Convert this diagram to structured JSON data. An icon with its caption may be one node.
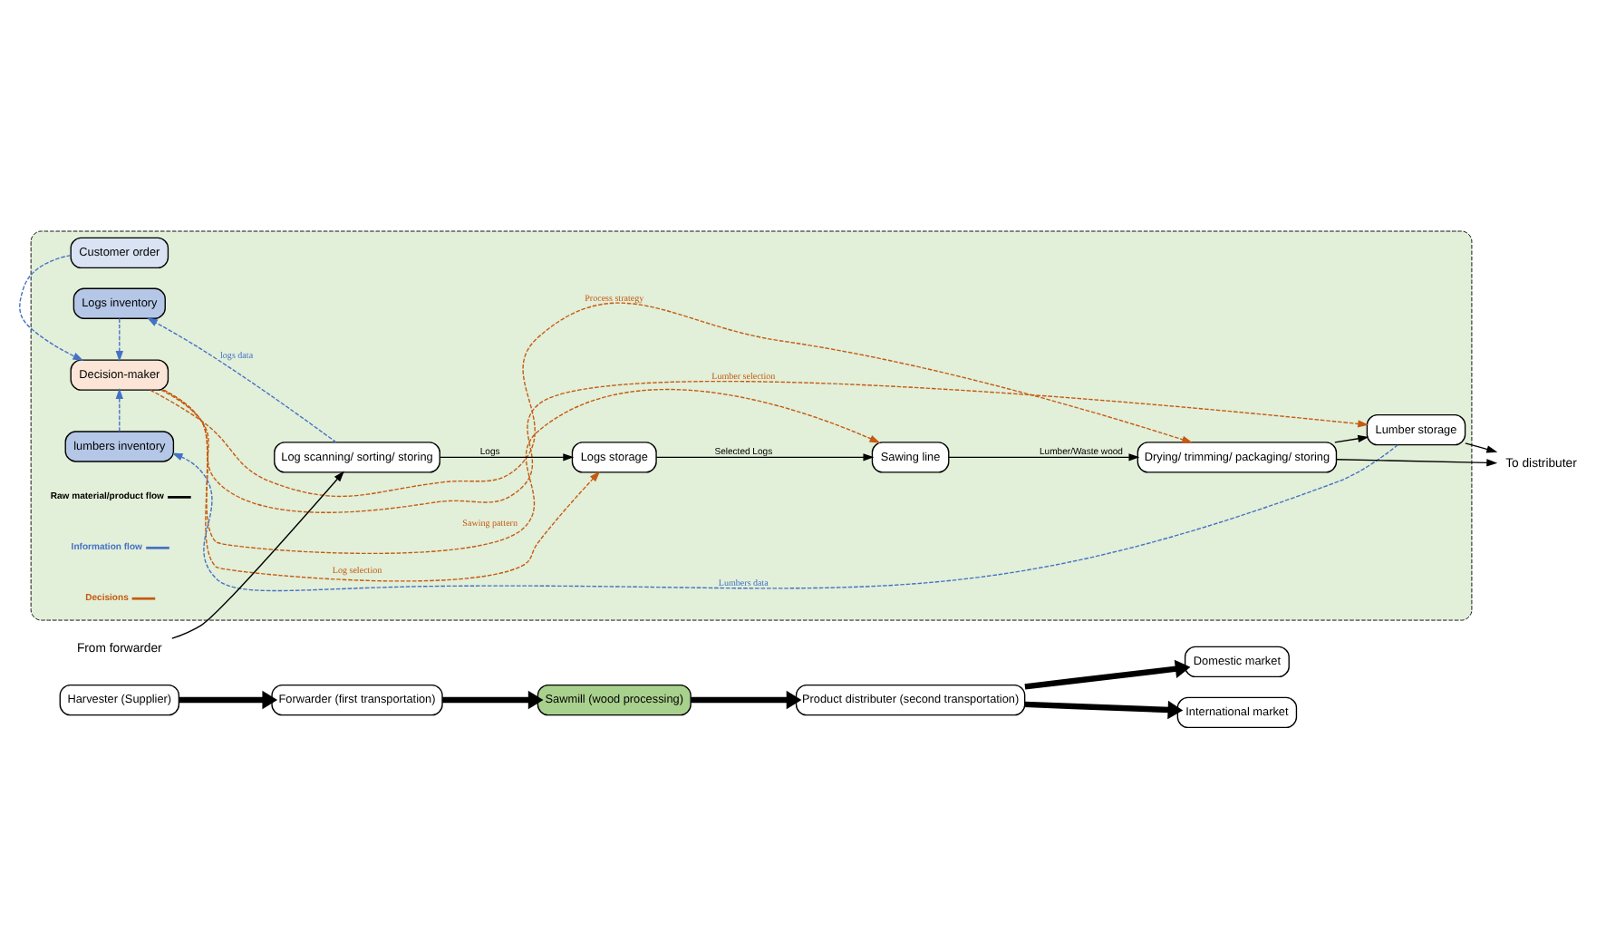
{
  "diagram": {
    "nodes": [
      {
        "text": [
          "Harvester (Supplier)"
        ]
      },
      {
        "text": [
          "Forwarder (first transportation)"
        ]
      },
      {
        "text": [
          "Sawmill (wood processing)"
        ]
      },
      {
        "text": [
          "Product distributer (second transportation)"
        ]
      },
      {
        "text": [
          "Domestic market"
        ]
      },
      {
        "text": [
          "International market"
        ]
      },
      {
        "text": [],
        "shape": "box"
      },
      {
        "text": [
          "Customer order"
        ],
        "in": 6
      },
      {
        "text": [
          "Logs inventory"
        ],
        "in": 6
      },
      {
        "text": [
          "Decision-maker"
        ],
        "in": 6
      },
      {
        "text": [
          "Log scanning/ sorting/ storing"
        ],
        "in": 6
      },
      {
        "text": [
          "Logs storage"
        ],
        "in": 6
      },
      {
        "text": [
          "Sawing line"
        ],
        "in": 6
      },
      {
        "text": [
          "lumbers inventory"
        ],
        "in": 6
      },
      {
        "text": [
          "Lumber storage"
        ],
        "in": 6
      },
      {
        "text": [
          "Drying/ trimming/ packaging/ storing"
        ],
        "in": 6
      },
      {
        "text": [
          "From forwarder"
        ]
      },
      {
        "text": [
          "To distributer"
        ]
      }
    ],
    "edges": [
      {
        "from": 0,
        "to": 1,
        "arrow": "to",
        "style": "thick"
      },
      {
        "from": 1,
        "to": 2,
        "arrow": "to",
        "style": "thick"
      },
      {
        "from": 2,
        "to": 3,
        "arrow": "to",
        "style": "thick"
      },
      {
        "from": 3,
        "to": 4,
        "arrow": "to",
        "style": "thick"
      },
      {
        "from": 3,
        "to": 5,
        "arrow": "to",
        "style": "thick"
      },
      {
        "from": 16,
        "to": 10,
        "arrow": "to"
      },
      {
        "from": 10,
        "to": 11,
        "arrow": "to",
        "label": "Logs"
      },
      {
        "from": 11,
        "to": 12,
        "arrow": "to",
        "label": "Selected Logs"
      },
      {
        "from": 12,
        "to": 15,
        "arrow": "to",
        "label": "Lumber/Waste wood"
      },
      {
        "from": 15,
        "to": 14,
        "arrow": "to"
      },
      {
        "from": 15,
        "to": 17,
        "arrow": "to"
      },
      {
        "from": 14,
        "to": 17,
        "arrow": "to"
      },
      {
        "from": 7,
        "to": 9,
        "arrow": "to",
        "style": "dashed",
        "color": "#4472c4"
      },
      {
        "from": 8,
        "to": 9,
        "arrow": "to",
        "style": "dashed",
        "color": "#4472c4"
      },
      {
        "from": 10,
        "to": 8,
        "arrow": "to",
        "style": "dashed",
        "color": "#4472c4",
        "label": "logs data"
      },
      {
        "from": 13,
        "to": 9,
        "arrow": "to",
        "style": "dashed",
        "color": "#4472c4"
      },
      {
        "from": 14,
        "to": 13,
        "arrow": "to",
        "style": "dashed",
        "color": "#4472c4",
        "label": "Lumbers data"
      },
      {
        "from": 9,
        "to": 11,
        "arrow": "to",
        "style": "dashed",
        "color": "#c55a11",
        "label": "Log selection"
      },
      {
        "from": 9,
        "to": 12,
        "arrow": "to",
        "style": "dashed",
        "color": "#c55a11",
        "label": "Sawing pattern"
      },
      {
        "from": 9,
        "to": 14,
        "arrow": "to",
        "style": "dashed",
        "color": "#c55a11",
        "label": "Lumber selection"
      },
      {
        "from": 9,
        "to": 15,
        "arrow": "to",
        "style": "dashed",
        "color": "#c55a11",
        "label": "Process strategy"
      }
    ],
    "legend": [
      {
        "text": "Raw material/product flow"
      },
      {
        "text": "Information flow"
      },
      {
        "text": "Decisions"
      }
    ]
  }
}
